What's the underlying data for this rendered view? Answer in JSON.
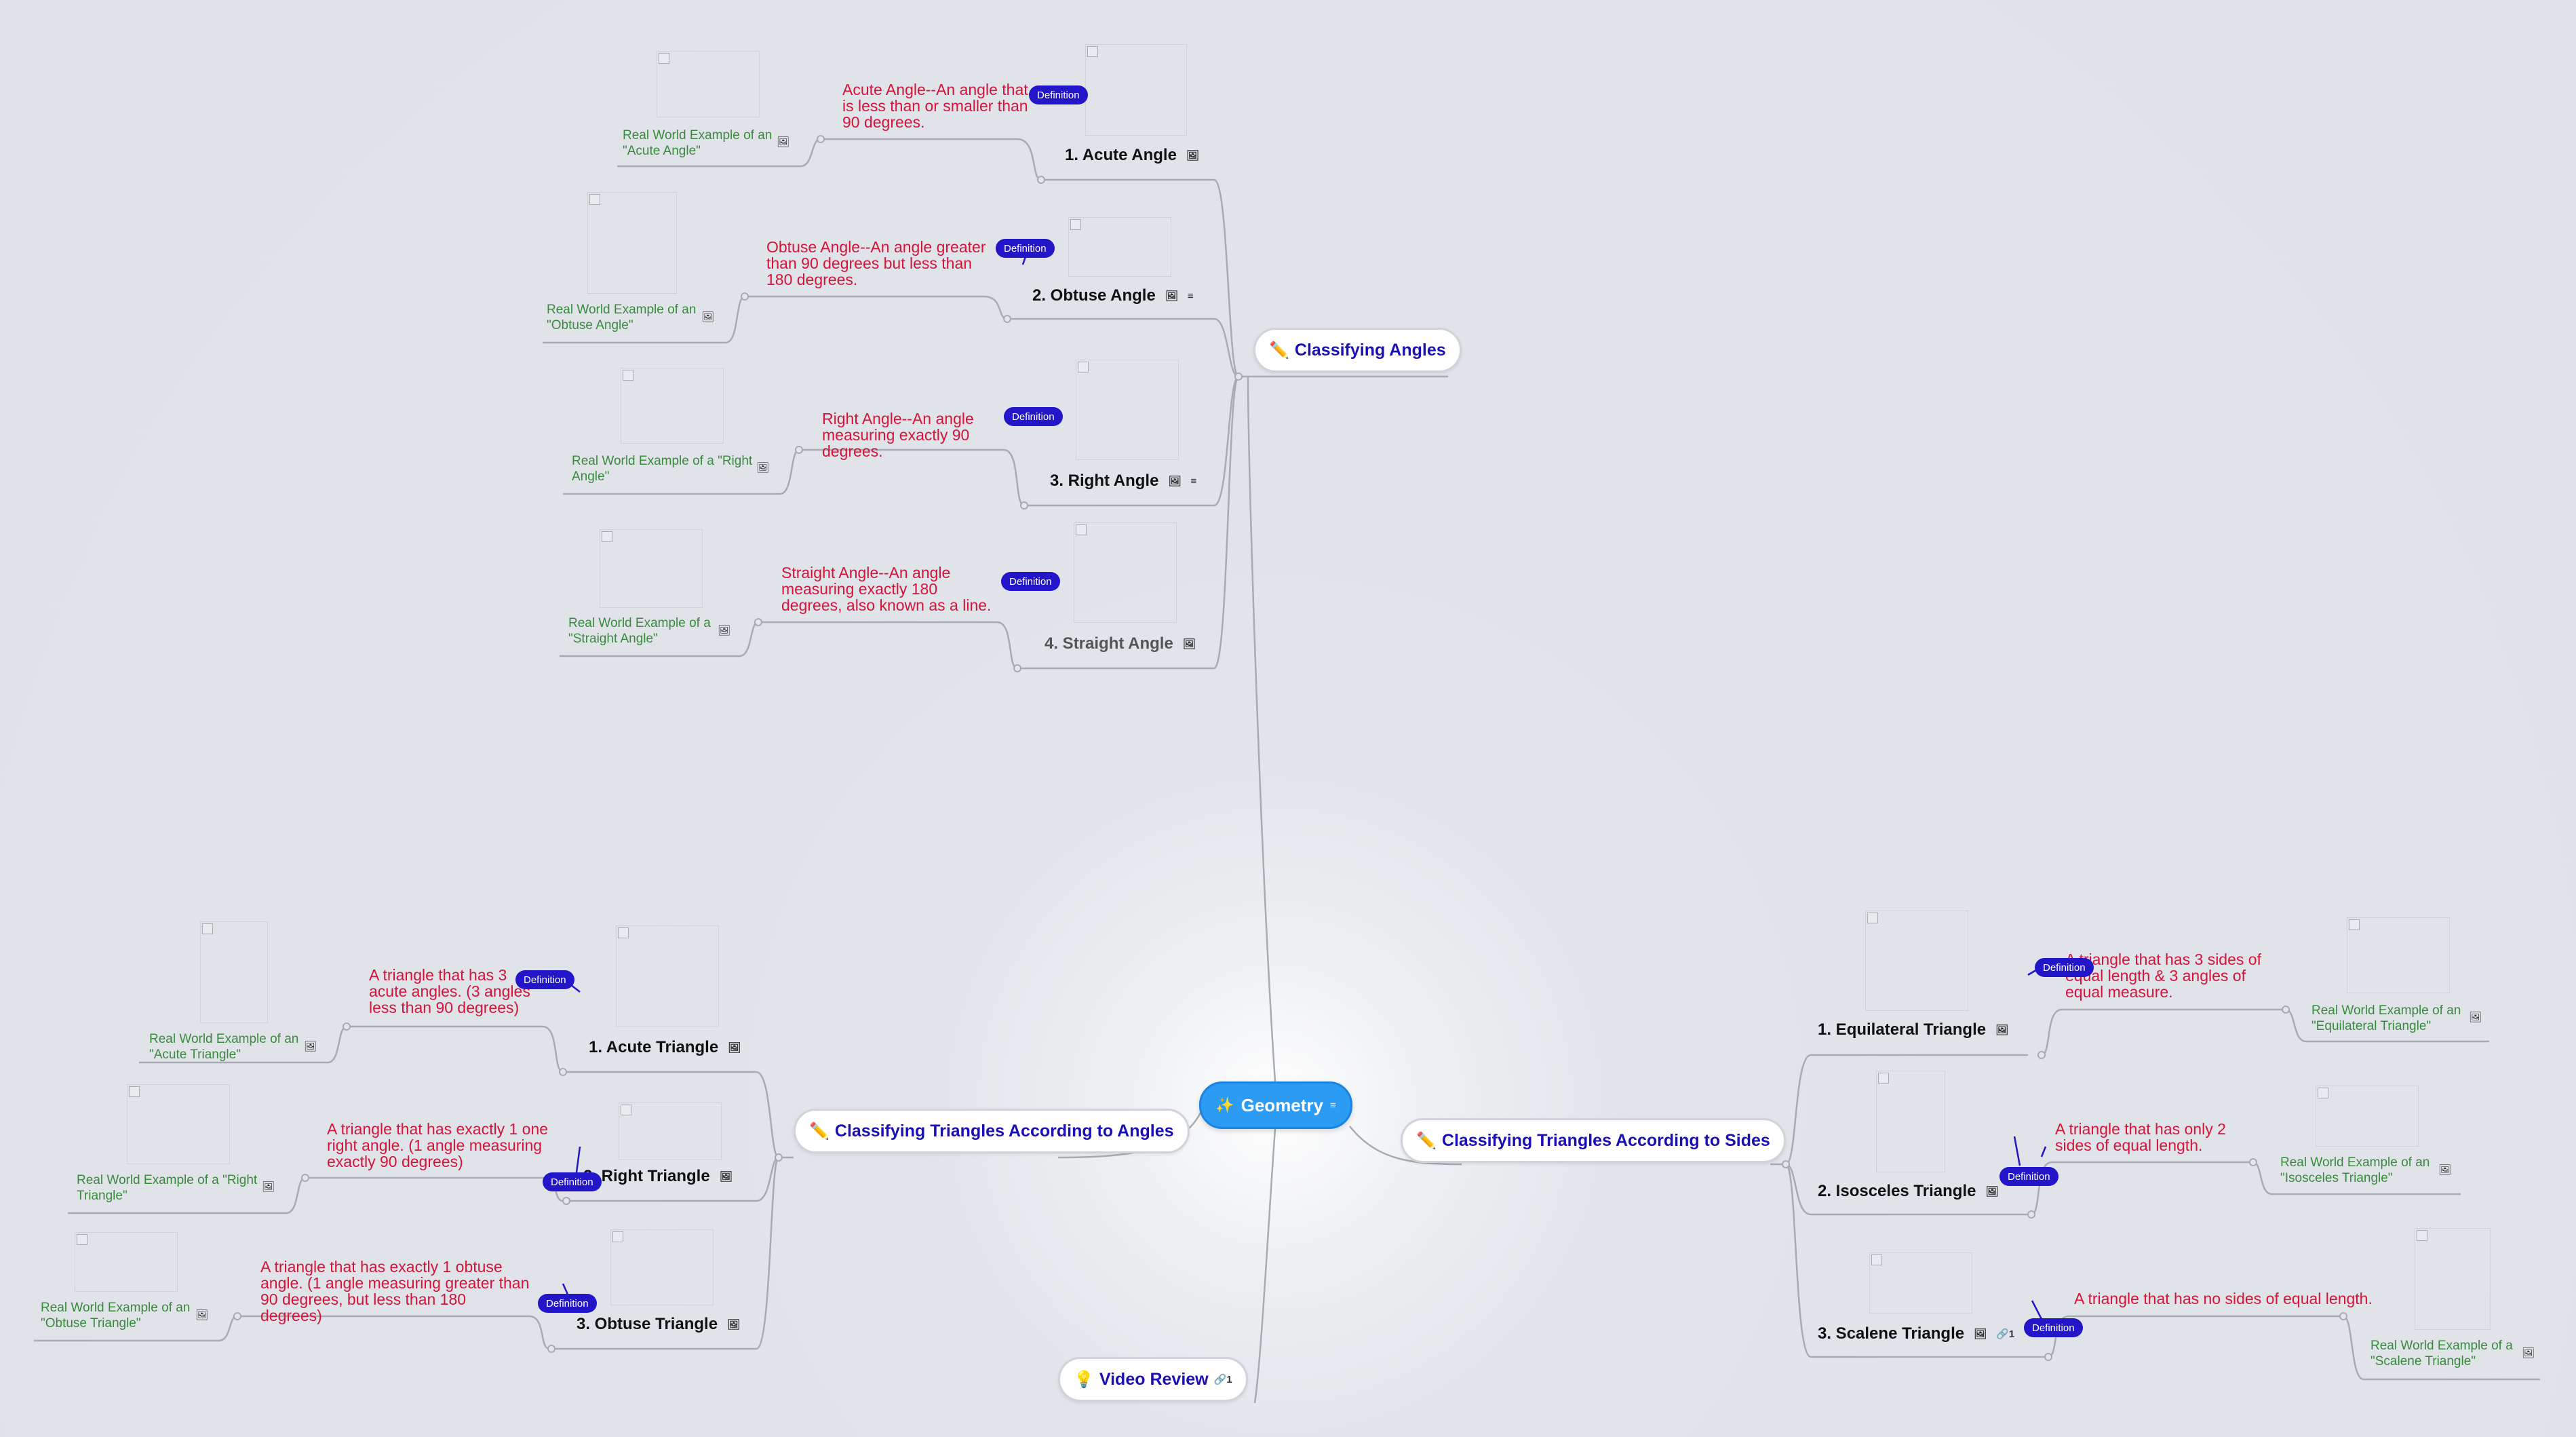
{
  "central": {
    "title": "Geometry",
    "note_icon": "notes-icon"
  },
  "angles": {
    "title": "Classifying Angles",
    "items": [
      {
        "label": "1. Acute Angle",
        "definition": "Acute Angle--An angle that is less than or smaller than 90 degrees.",
        "example": "Real World Example of an \"Acute Angle\"",
        "badge": "Definition"
      },
      {
        "label": "2. Obtuse Angle",
        "definition": "Obtuse Angle--An angle greater than 90 degrees but less than 180 degrees.",
        "example": "Real World Example of an \"Obtuse Angle\"",
        "badge": "Definition"
      },
      {
        "label": "3. Right Angle",
        "definition": "Right Angle--An angle measuring exactly 90 degrees.",
        "example": "Real World Example of a \"Right Angle\"",
        "badge": "Definition"
      },
      {
        "label": "4. Straight Angle",
        "definition": "Straight Angle--An angle measuring exactly 180 degrees, also known as a line.",
        "example": "Real World Example of a \"Straight Angle\"",
        "badge": "Definition"
      }
    ]
  },
  "tri_angles": {
    "title": "Classifying Triangles According to Angles",
    "items": [
      {
        "label": "1. Acute Triangle",
        "definition": "A triangle that has 3 acute angles. (3 angles less than 90 degrees)",
        "example": "Real World Example of an \"Acute Triangle\"",
        "badge": "Definition"
      },
      {
        "label": "2. Right Triangle",
        "definition": "A triangle that has exactly 1 one right angle. (1 angle measuring exactly 90 degrees)",
        "example": "Real World Example of a \"Right Triangle\"",
        "badge": "Definition"
      },
      {
        "label": "3. Obtuse Triangle",
        "definition": "A triangle that has exactly 1 obtuse angle. (1 angle measuring greater than 90 degrees, but less than 180 degrees)",
        "example": "Real World Example of an \"Obtuse Triangle\"",
        "badge": "Definition"
      }
    ]
  },
  "tri_sides": {
    "title": "Classifying Triangles According to Sides",
    "items": [
      {
        "label": "1. Equilateral Triangle",
        "definition": "A triangle that has 3 sides of equal length & 3 angles of equal measure.",
        "example": "Real World Example of an \"Equilateral Triangle\"",
        "badge": "Definition"
      },
      {
        "label": "2. Isosceles Triangle",
        "definition": "A triangle that has only 2 sides of equal length.",
        "example": "Real World Example of an \"Isosceles Triangle\"",
        "badge": "Definition"
      },
      {
        "label": "3. Scalene Triangle",
        "definition": "A triangle that has no sides of equal length.",
        "example": "Real World Example of a \"Scalene Triangle\"",
        "badge": "Definition",
        "link_count": "1"
      }
    ]
  },
  "video": {
    "title": "Video Review",
    "link_count": "1"
  },
  "colors": {
    "central": "#2b9bf4",
    "topic_text": "#1a10b5",
    "definition": "#d4143a",
    "example": "#3a8a3e",
    "badge": "#2216c8",
    "line": "#a7acb3"
  },
  "icons": {
    "pencil": "✏️",
    "bulb": "💡",
    "sparkle": "✨",
    "image": "🖼",
    "notes": "≡",
    "link": "🔗"
  }
}
